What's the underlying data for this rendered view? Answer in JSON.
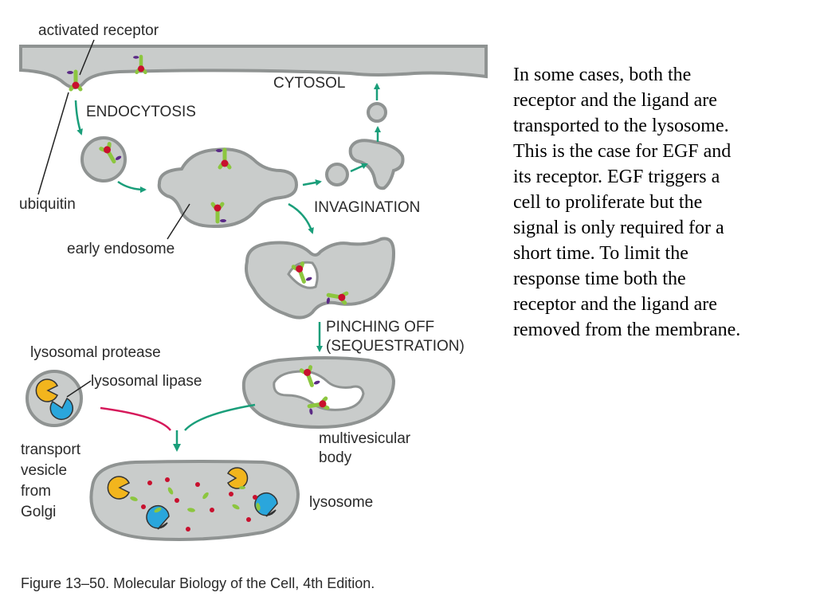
{
  "labels": {
    "activated_receptor": "activated receptor",
    "cytosol": "CYTOSOL",
    "endocytosis": "ENDOCYTOSIS",
    "ubiquitin": "ubiquitin",
    "invagination": "INVAGINATION",
    "early_endosome": "early endosome",
    "pinching_off_1": "PINCHING OFF",
    "pinching_off_2": "(SEQUESTRATION)",
    "lysosomal_protease": "lysosomal protease",
    "lysosomal_lipase": "lysosomal lipase",
    "transport_1": "transport",
    "transport_2": "vesicle",
    "transport_3": "from",
    "transport_4": "Golgi",
    "mvb_1": "multivesicular",
    "mvb_2": "body",
    "lysosome": "lysosome"
  },
  "caption": "Figure 13–50. Molecular Biology of the Cell, 4th Edition.",
  "side_text": [
    "In some cases, both the",
    "receptor and the ligand are",
    "transported to the lysosome.",
    "This is the case for EGF and",
    "its receptor.  EGF triggers a",
    "cell to proliferate but the",
    "signal is only required for a",
    "short time.  To limit the",
    "response time both the",
    "receptor and the ligand are",
    "removed from the membrane."
  ],
  "colors": {
    "membrane_fill": "#c9cccb",
    "membrane_edge": "#8f9392",
    "receptor": "#8cc63f",
    "ligand": "#c8102e",
    "ubiquitin": "#5b2a86",
    "arrow": "#1a9e7a",
    "protease": "#f2b51d",
    "lipase": "#2aa6dc",
    "golgi_line": "#d6185a"
  }
}
